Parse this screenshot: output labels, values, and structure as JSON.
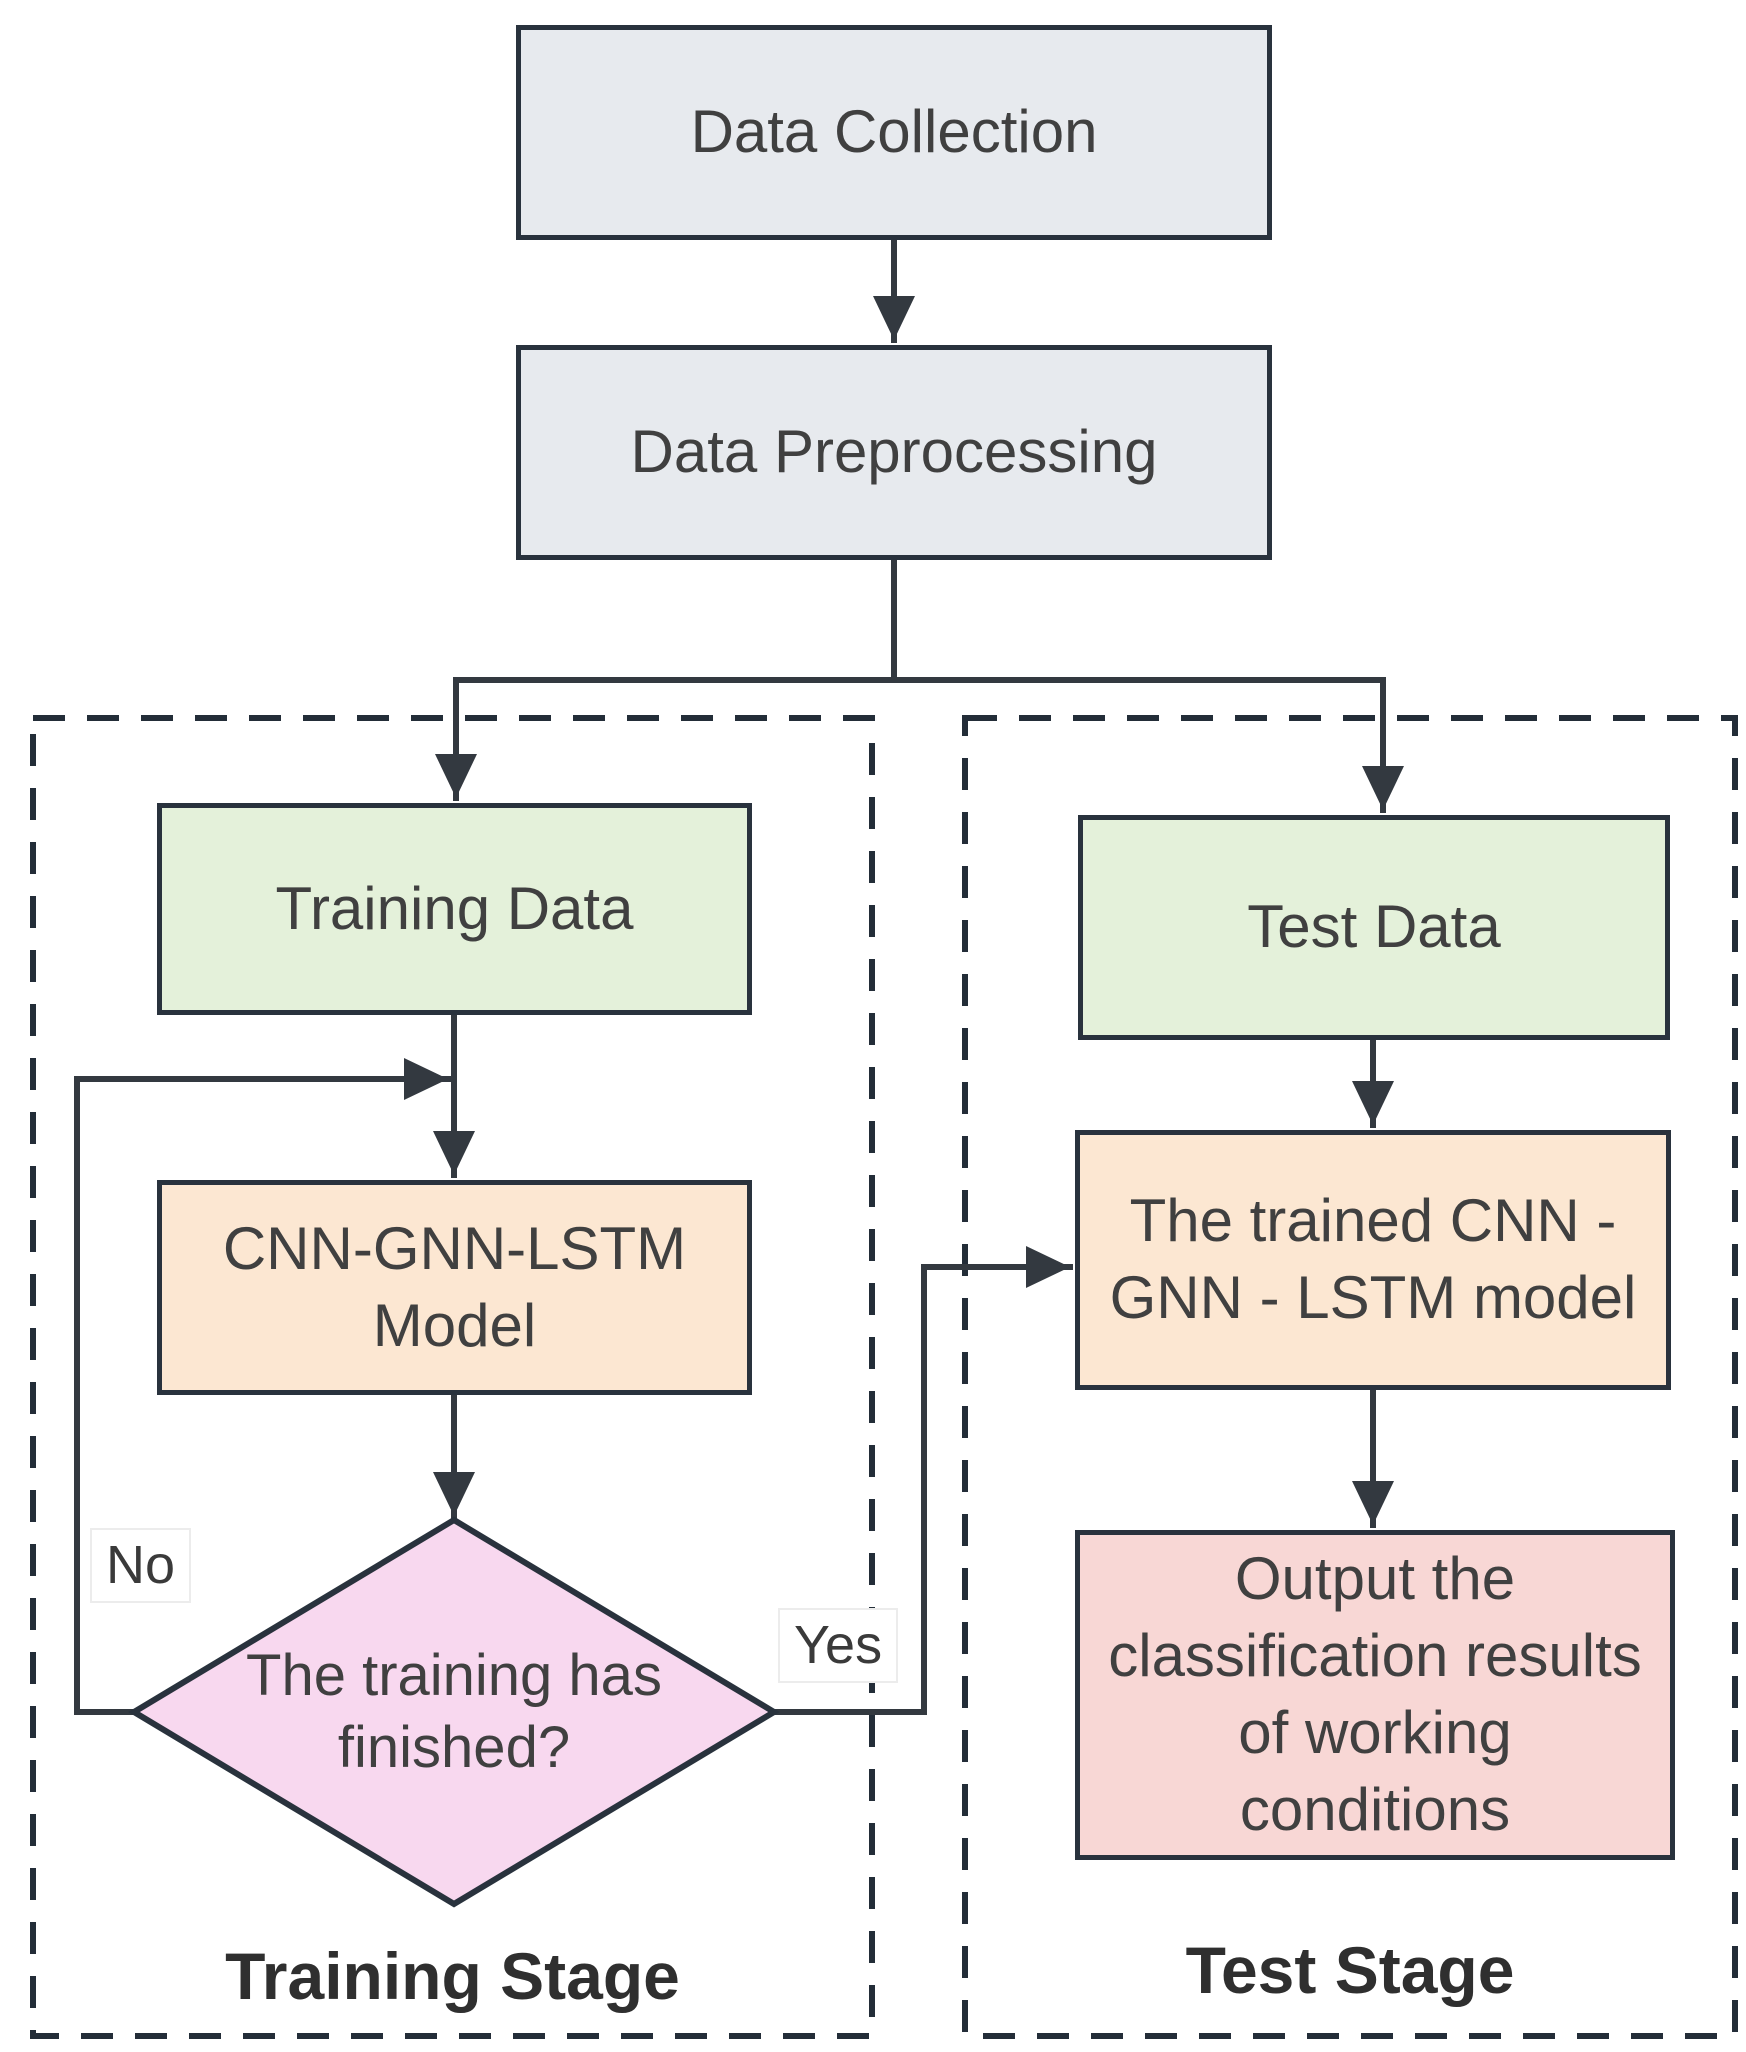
{
  "title": "CNN-GNN-LSTM training and test flowchart",
  "nodes": {
    "data_collection": {
      "label": "Data Collection",
      "fill": "#e7eaee"
    },
    "data_preprocessing": {
      "label": "Data Preprocessing",
      "fill": "#e7eaee"
    },
    "training_data": {
      "label": "Training Data",
      "fill": "#e4f1da"
    },
    "model": {
      "label": "CNN-GNN-LSTM Model",
      "fill": "#fce7d2"
    },
    "decision": {
      "label": "The training has finished?",
      "fill": "#f8d8ef"
    },
    "test_data": {
      "label": "Test Data",
      "fill": "#e4f1da"
    },
    "trained_model": {
      "label": "The trained CNN - GNN - LSTM model",
      "fill": "#fce7d2"
    },
    "output": {
      "label": "Output the classification results of working conditions",
      "fill": "#f8d7d5"
    }
  },
  "edges": {
    "no_label": "No",
    "yes_label": "Yes"
  },
  "stages": {
    "training": "Training Stage",
    "test": "Test Stage"
  },
  "colors": {
    "box_border": "#29323d",
    "wire": "#333940",
    "dashed_border": "#232d38",
    "text": "#404040"
  }
}
